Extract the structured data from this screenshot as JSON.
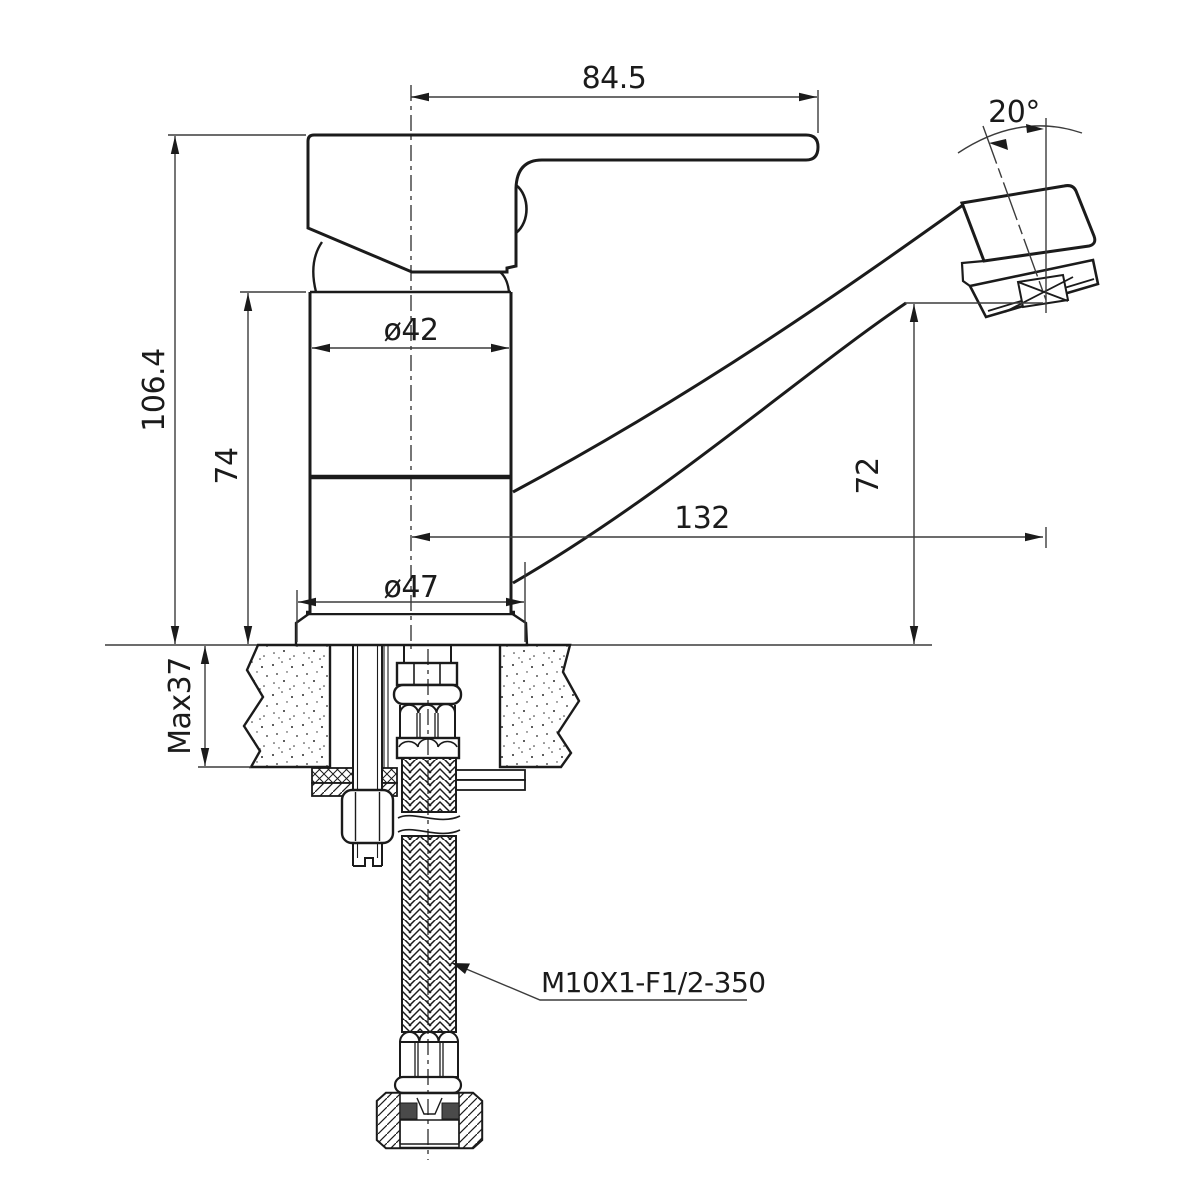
{
  "drawing": {
    "type": "faucet-installation-dimension-drawing",
    "dimensions": {
      "lever_reach": "84.5",
      "spout_angle": "20°",
      "overall_height": "106.4",
      "body_diameter": "ø42",
      "body_height": "74",
      "outlet_height": "72",
      "spout_reach": "132",
      "base_diameter": "ø47",
      "max_deck_thickness": "Max37",
      "hose_spec": "M10X1-F1/2-350"
    },
    "colors": {
      "object_line": "#1b1b1b",
      "dimension_line": "#3c3c3c",
      "background": "#ffffff"
    }
  }
}
